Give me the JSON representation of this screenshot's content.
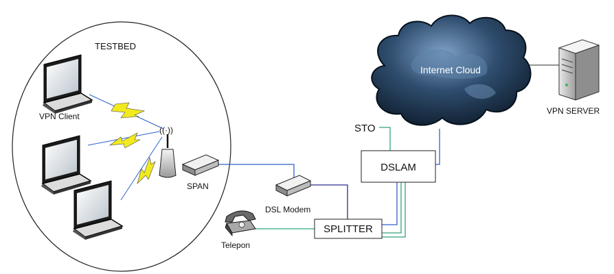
{
  "testbed": {
    "title": "TESTBED"
  },
  "nodes": {
    "vpn_client": "VPN Client",
    "span": "SPAN",
    "dsl_modem": "DSL Modem",
    "telepon": "Telepon",
    "splitter": "SPLITTER",
    "dslam": "DSLAM",
    "sto": "STO",
    "internet_cloud": "Internet Cloud",
    "vpn_server": "VPN SERVER"
  },
  "colors": {
    "link_blue": "#2f62c8",
    "link_green": "#2fa37a",
    "link_navy": "#2b2f8c",
    "wireless": "#f2ea1e",
    "cloud_dark": "#0f1e2e",
    "cloud_light": "#6e90b4"
  },
  "icons": {
    "laptop": "laptop-icon",
    "router": "wireless-router-icon",
    "modem": "modem-icon",
    "phone": "telephone-icon",
    "server": "server-icon",
    "cloud": "cloud-icon",
    "lightning": "wireless-link-icon"
  }
}
